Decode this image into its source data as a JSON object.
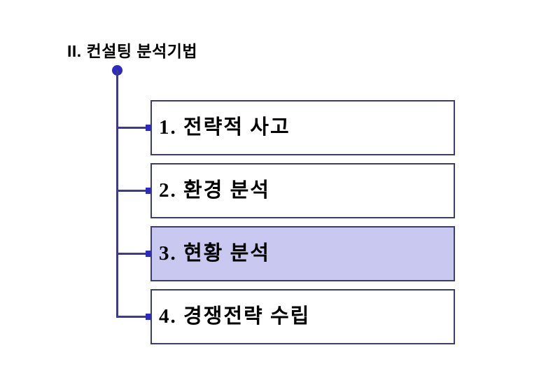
{
  "slide": {
    "title": "II. 컨설팅 분석기법",
    "items": [
      {
        "label": "1. 전략적 사고",
        "highlighted": false
      },
      {
        "label": "2. 환경 분석",
        "highlighted": false
      },
      {
        "label": "3. 현황 분석",
        "highlighted": true
      },
      {
        "label": "4. 경쟁전략 수립",
        "highlighted": false
      }
    ]
  },
  "colors": {
    "accent_node": "#2b2bc4",
    "connector_line": "#3c3c8e",
    "box_border": "#3c3c6e",
    "highlight_fill": "#c8c8f0",
    "text": "#000000",
    "background": "#ffffff"
  }
}
